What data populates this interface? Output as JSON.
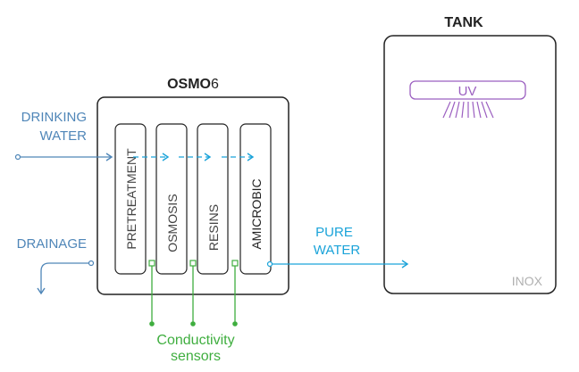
{
  "osmo": {
    "title_bold": "OSMO",
    "title_suffix": "6"
  },
  "tank": {
    "title": "TANK",
    "uv_label": "UV",
    "material": "INOX"
  },
  "inputs": {
    "line1": "DRINKING",
    "line2": "WATER"
  },
  "drainage": {
    "label": "DRAINAGE"
  },
  "output": {
    "line1": "PURE",
    "line2": "WATER"
  },
  "stages": [
    "PRETREATMENT",
    "OSMOSIS",
    "RESINS",
    "AMICROBIC"
  ],
  "sensors": {
    "line1": "Conductivity",
    "line2": "sensors"
  },
  "colors": {
    "water_in": "#4f86b8",
    "pure_water": "#1aa3d9",
    "sensor": "#3fae3f",
    "uv": "#9b5fc0",
    "outline": "#222222",
    "inox": "#b0b0b0"
  }
}
